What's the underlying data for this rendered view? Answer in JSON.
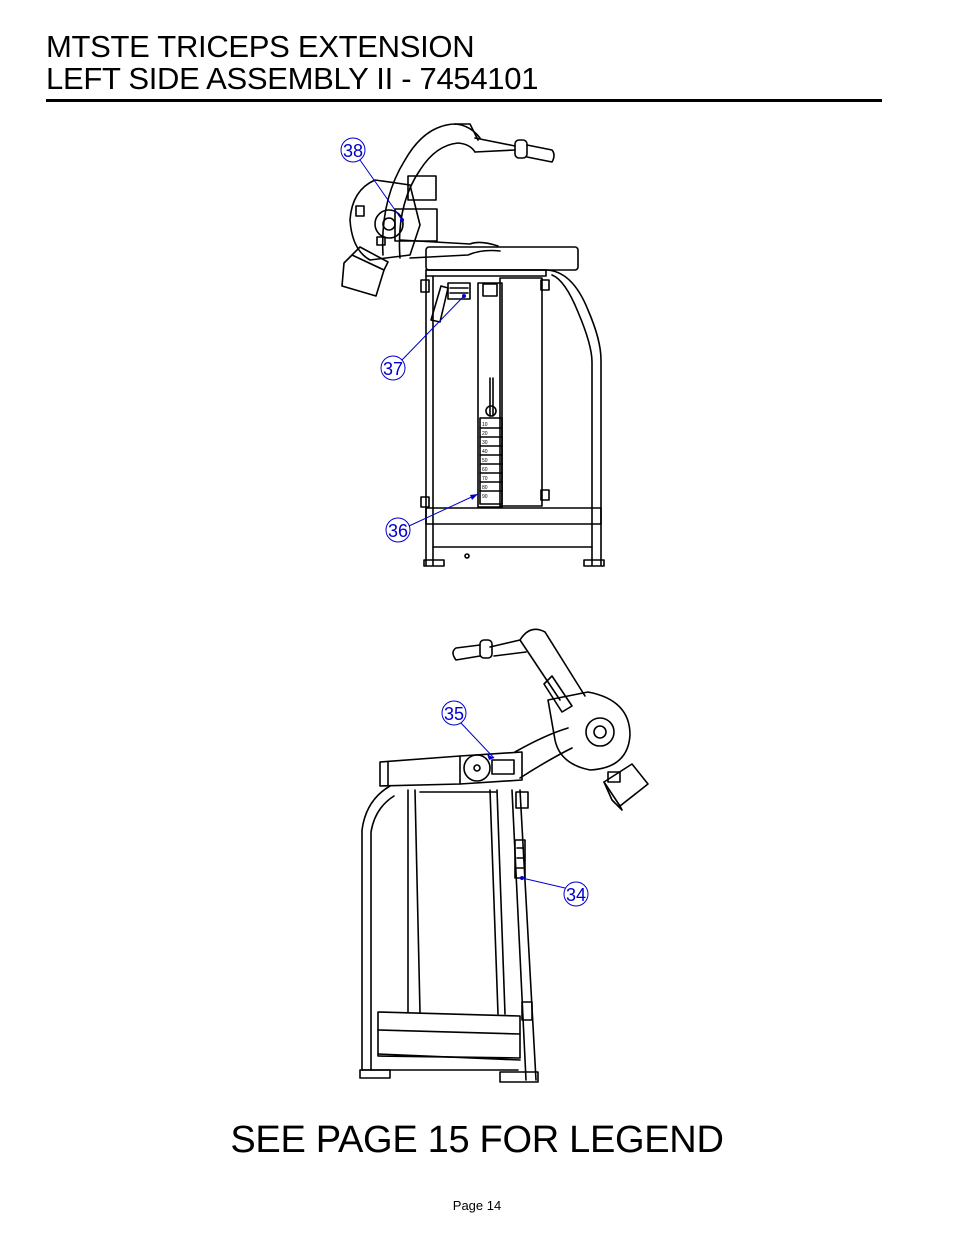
{
  "header": {
    "title_line1": "MTSTE TRICEPS EXTENSION",
    "title_line2": "LEFT SIDE ASSEMBLY II - 7454101"
  },
  "callouts": {
    "c38": "38",
    "c37": "37",
    "c36": "36",
    "c35": "35",
    "c34": "34"
  },
  "weight_labels": [
    "10",
    "20",
    "30",
    "40",
    "50",
    "60",
    "70",
    "80",
    "90"
  ],
  "footer": {
    "legend_note": "SEE PAGE 15 FOR LEGEND",
    "page_number": "Page 14"
  },
  "colors": {
    "callout": "#0000cc",
    "line": "#000000"
  }
}
